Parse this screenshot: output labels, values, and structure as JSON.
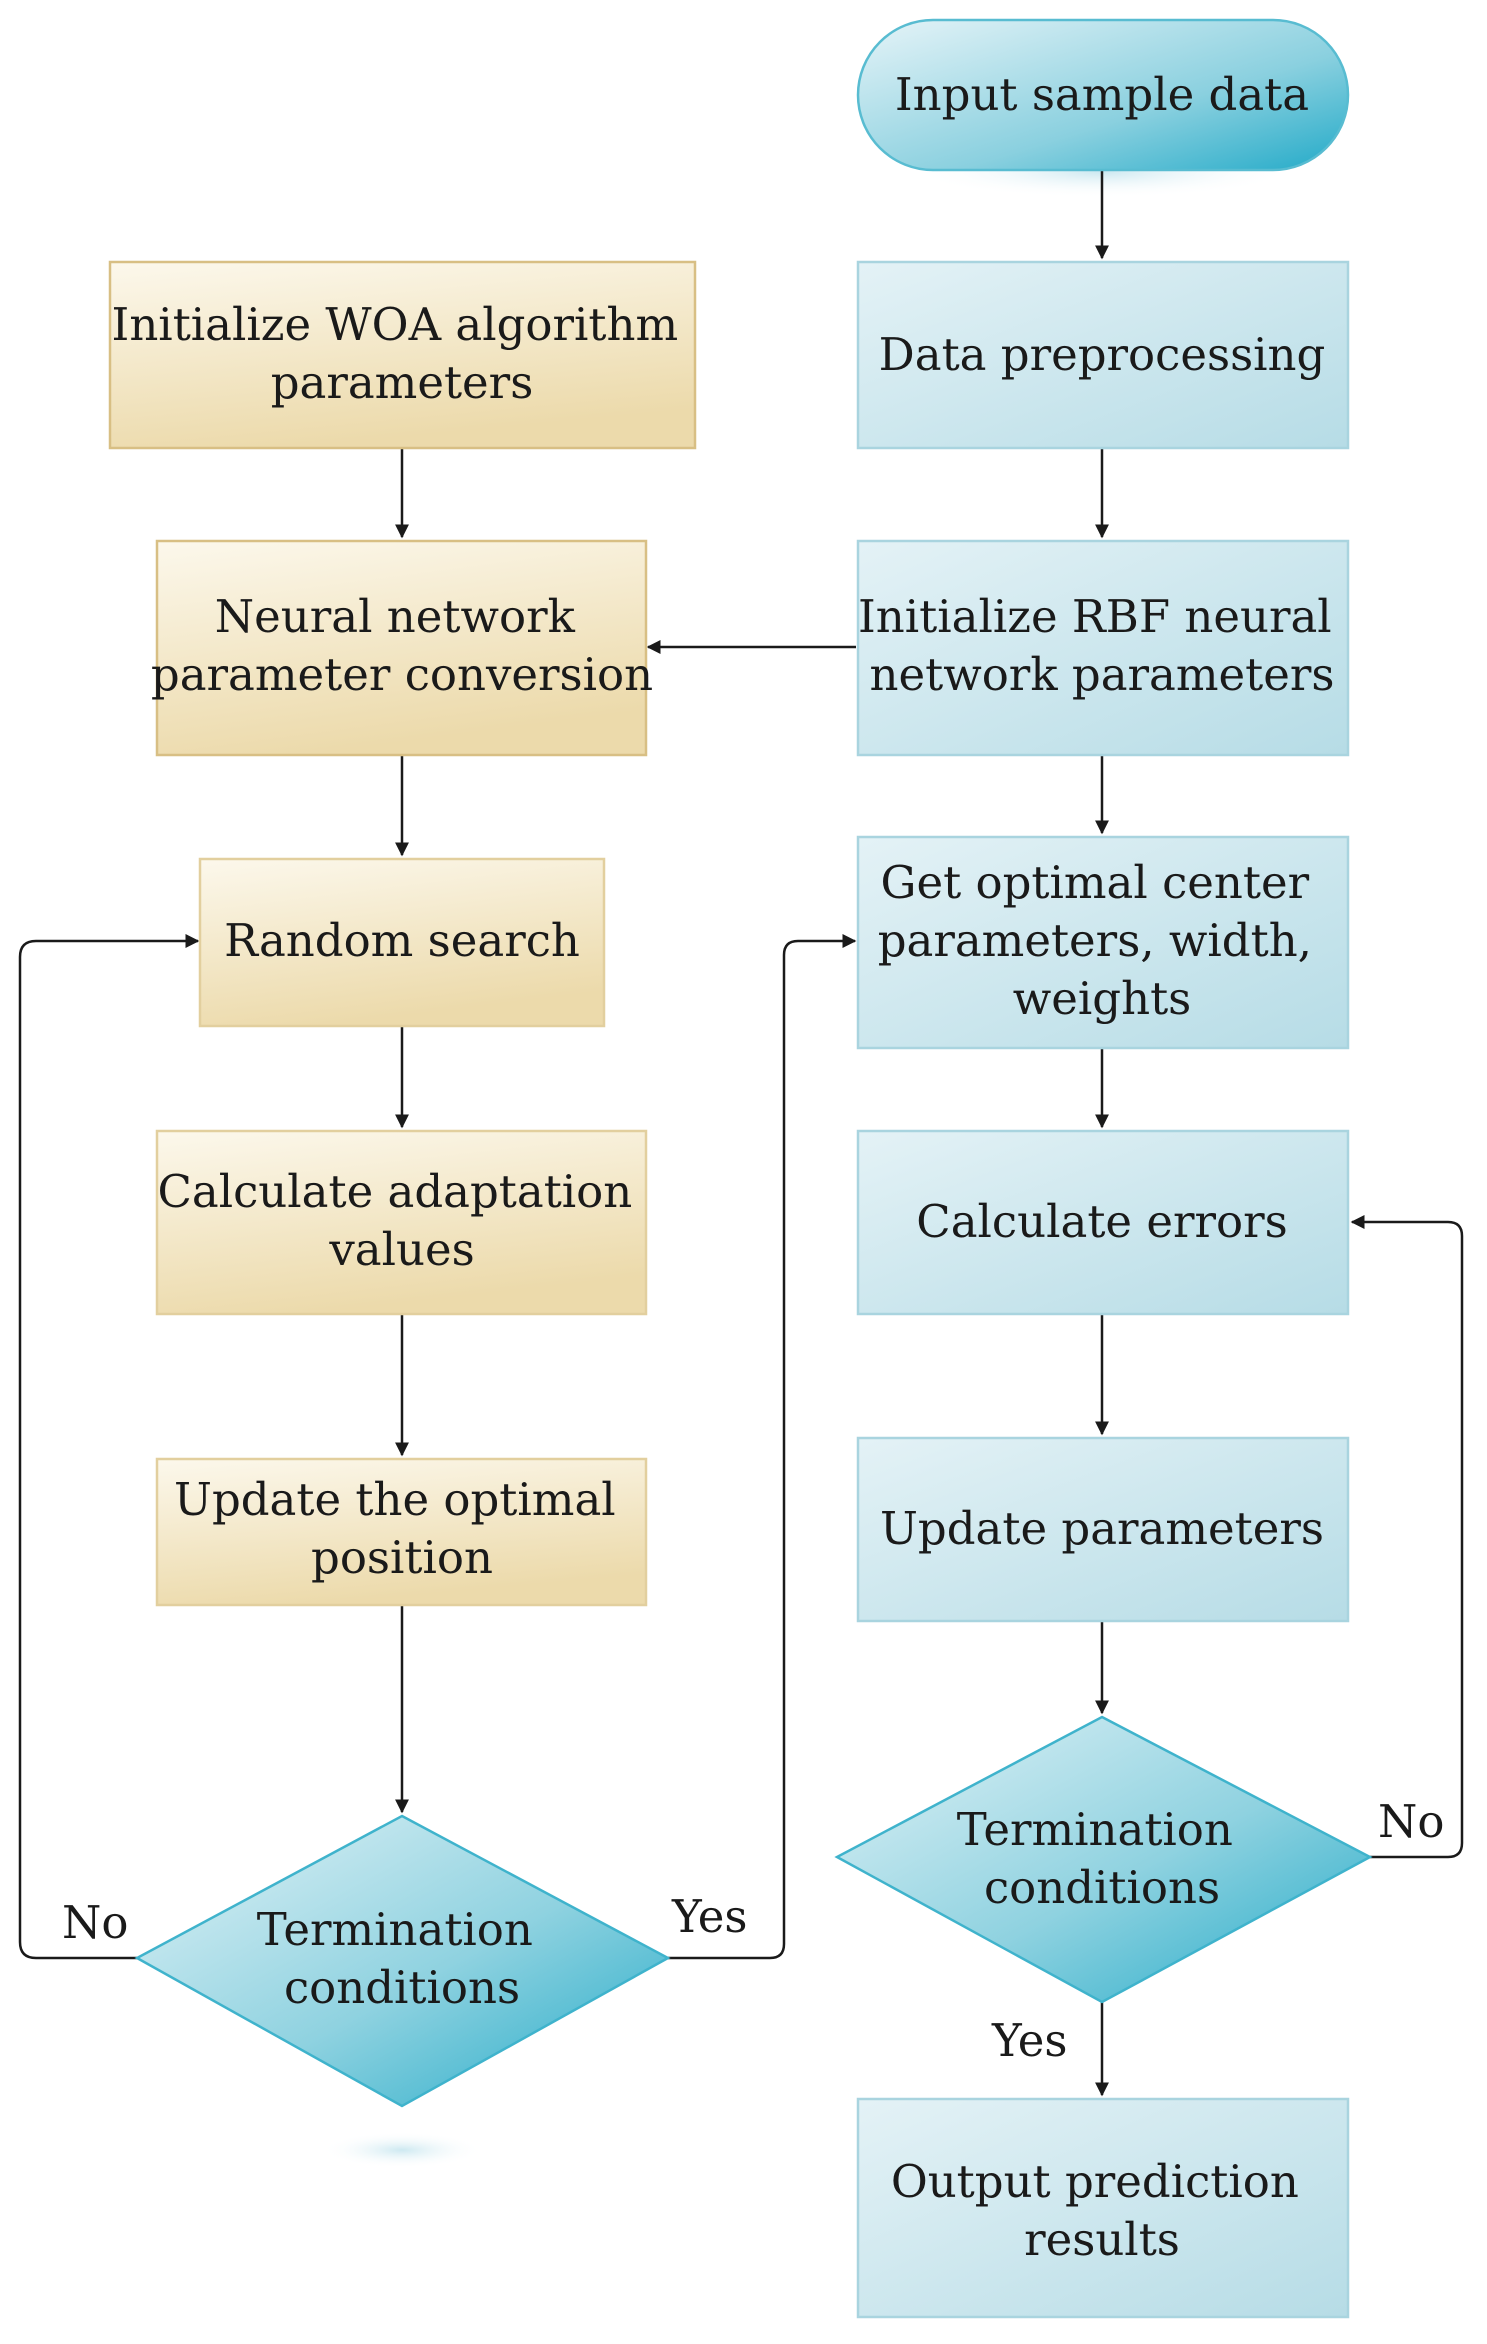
{
  "diagram": {
    "nodes": {
      "input": {
        "lines": [
          "Input sample data"
        ]
      },
      "preprocess": {
        "lines": [
          "Data preprocessing"
        ]
      },
      "init_rbf": {
        "lines": [
          "Initialize RBF neural",
          "network parameters"
        ]
      },
      "get_optimal": {
        "lines": [
          "Get optimal center",
          "parameters, width,",
          "weights"
        ]
      },
      "calc_errors": {
        "lines": [
          "Calculate errors"
        ]
      },
      "update_params": {
        "lines": [
          "Update parameters"
        ]
      },
      "term_right": {
        "lines": [
          "Termination",
          "conditions"
        ]
      },
      "output": {
        "lines": [
          "Output prediction",
          "results"
        ]
      },
      "init_woa": {
        "lines": [
          "Initialize WOA algorithm",
          "parameters"
        ]
      },
      "nn_conversion": {
        "lines": [
          "Neural network",
          "parameter conversion"
        ]
      },
      "random_search": {
        "lines": [
          "Random search"
        ]
      },
      "calc_adapt": {
        "lines": [
          "Calculate adaptation",
          "values"
        ]
      },
      "update_optimal": {
        "lines": [
          "Update the optimal",
          "position"
        ]
      },
      "term_left": {
        "lines": [
          "Termination",
          "conditions"
        ]
      }
    },
    "edge_labels": {
      "left_no": "No",
      "left_yes": "Yes",
      "right_no": "No",
      "right_yes": "Yes"
    }
  },
  "colors": {
    "blue_box_fill_start": "#e4f2f6",
    "blue_box_fill_end": "#b6dce6",
    "blue_box_border": "#a9d4df",
    "gold_box_fill_start": "#fbf6e8",
    "gold_box_fill_end": "#eddcb0",
    "gold_box_border": "#d8bf84",
    "diamond_fill_start": "#cfe9f0",
    "diamond_fill_end": "#2bb0cc",
    "arrow": "#1a1a1a"
  }
}
